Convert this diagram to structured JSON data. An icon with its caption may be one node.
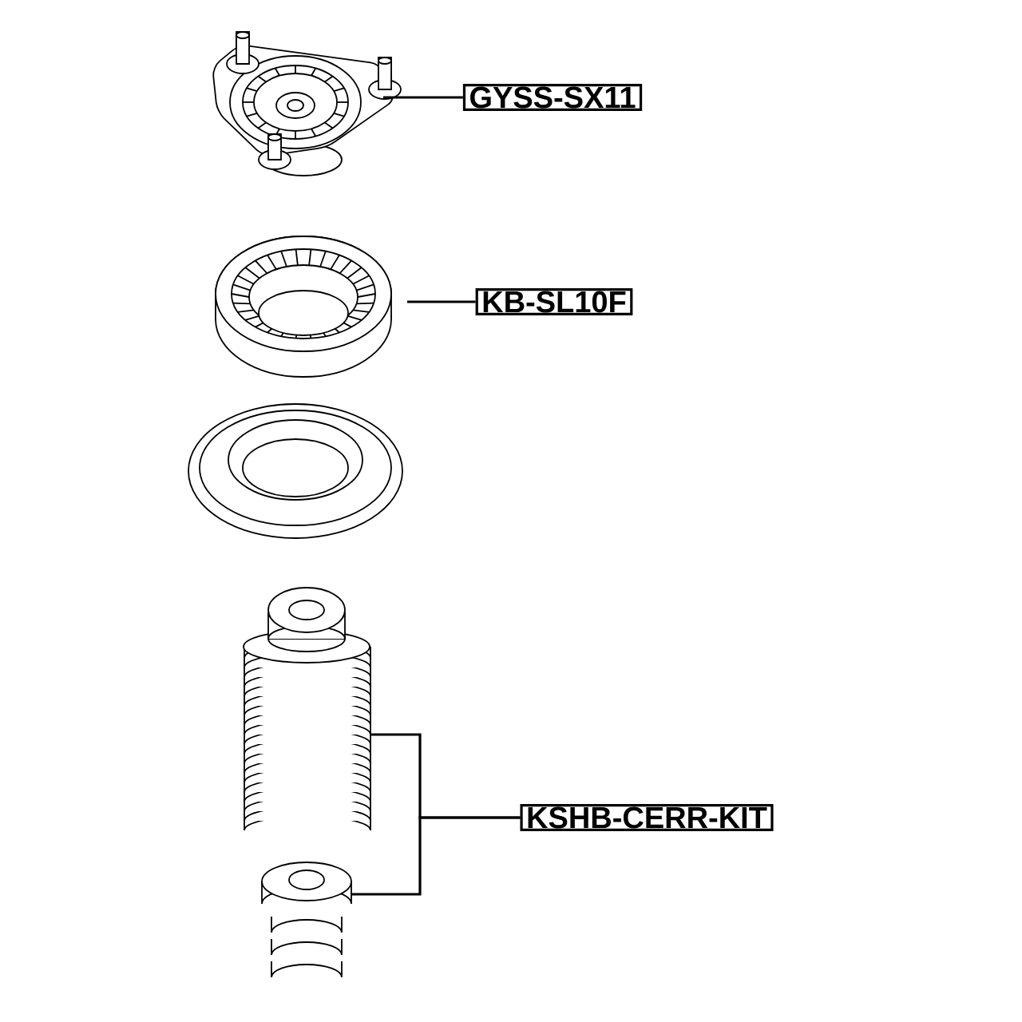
{
  "diagram": {
    "nodes": [
      {
        "text": [],
        "shape": "picture"
      },
      {
        "text": [
          "GYSS-SX11"
        ]
      },
      {
        "text": [],
        "shape": "picture"
      },
      {
        "text": [
          "KB-SL10F"
        ]
      },
      {
        "text": [],
        "shape": "picture"
      },
      {
        "text": [],
        "shape": "picture"
      },
      {
        "text": [
          "KSHB-CERR-KIT"
        ]
      }
    ],
    "edges": [
      {
        "from": 1,
        "to": 0,
        "arrow": "none"
      },
      {
        "from": 3,
        "to": 2,
        "arrow": "none"
      },
      {
        "from": 6,
        "to": 4,
        "arrow": "none"
      },
      {
        "from": 6,
        "to": 5,
        "arrow": "none"
      }
    ]
  }
}
